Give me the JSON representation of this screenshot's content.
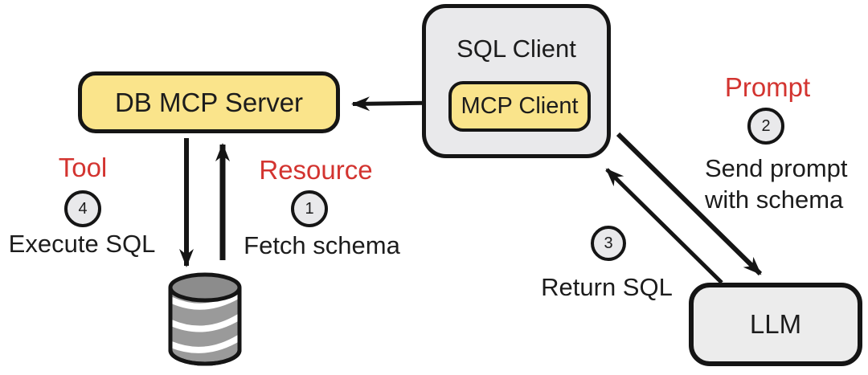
{
  "colors": {
    "node_yellow": "#FAE48B",
    "node_gray": "#E9E9EB",
    "outline_black": "#151515",
    "accent_red": "#D33430",
    "database_body_gray": "#9A9A9A",
    "database_top_gray": "#8C8C8C"
  },
  "nodes": {
    "db_mcp_server": {
      "label": "DB MCP Server"
    },
    "sql_client": {
      "label": "SQL Client"
    },
    "mcp_client": {
      "label": "MCP Client"
    },
    "llm": {
      "label": "LLM"
    },
    "database": {
      "icon": "database-cylinder-icon"
    }
  },
  "annotations": {
    "tool": {
      "label": "Tool",
      "step": "4",
      "text": "Execute SQL"
    },
    "resource": {
      "label": "Resource",
      "step": "1",
      "text": "Fetch schema"
    },
    "prompt": {
      "label": "Prompt",
      "step": "2",
      "text_line1": "Send prompt",
      "text_line2": "with schema"
    },
    "return_sql": {
      "step": "3",
      "text": "Return SQL"
    }
  }
}
